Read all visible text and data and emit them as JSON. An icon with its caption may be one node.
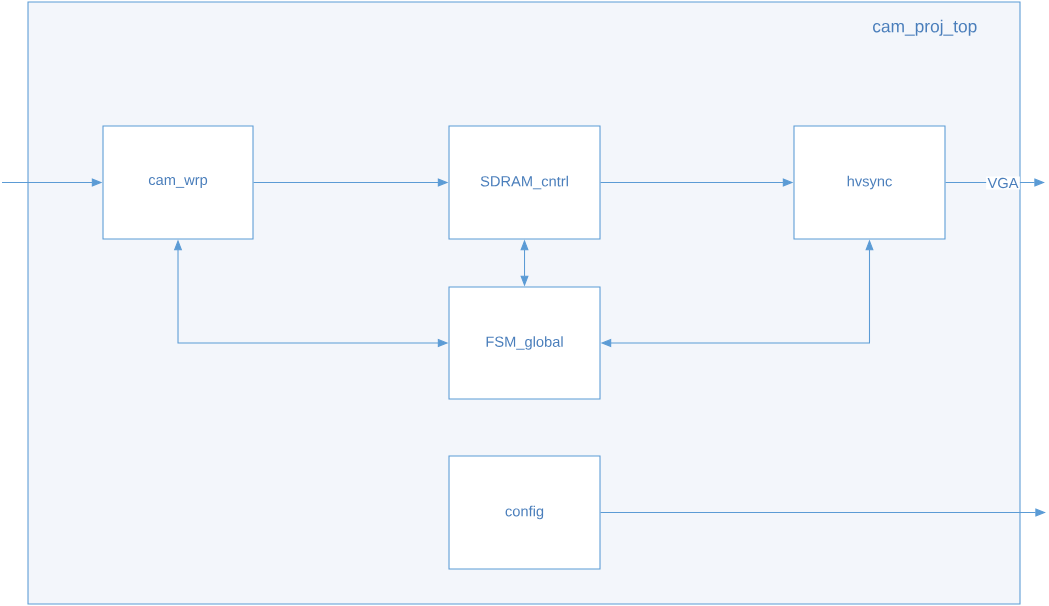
{
  "diagram": {
    "nodes": [
      {
        "text": [
          "cam_proj_top"
        ]
      },
      {
        "text": [
          "cam_wrp"
        ],
        "in": 0
      },
      {
        "text": [
          "SDRAM_cntrl"
        ],
        "in": 0
      },
      {
        "text": [
          "hvsync"
        ],
        "in": 0
      },
      {
        "text": [
          "FSM_global"
        ],
        "in": 0
      },
      {
        "text": [
          "config"
        ],
        "in": 0
      }
    ],
    "edges": [
      {
        "from": null,
        "to": 1,
        "arrow": "to"
      },
      {
        "from": 1,
        "to": 2,
        "arrow": "to"
      },
      {
        "from": 2,
        "to": 3,
        "arrow": "to"
      },
      {
        "from": 3,
        "to": null,
        "arrow": "to",
        "label": "VGA"
      },
      {
        "from": 2,
        "to": 4,
        "arrow": "both"
      },
      {
        "from": 1,
        "to": 4,
        "arrow": "both"
      },
      {
        "from": 4,
        "to": 3,
        "arrow": "both"
      },
      {
        "from": 5,
        "to": null,
        "arrow": "to"
      }
    ]
  }
}
